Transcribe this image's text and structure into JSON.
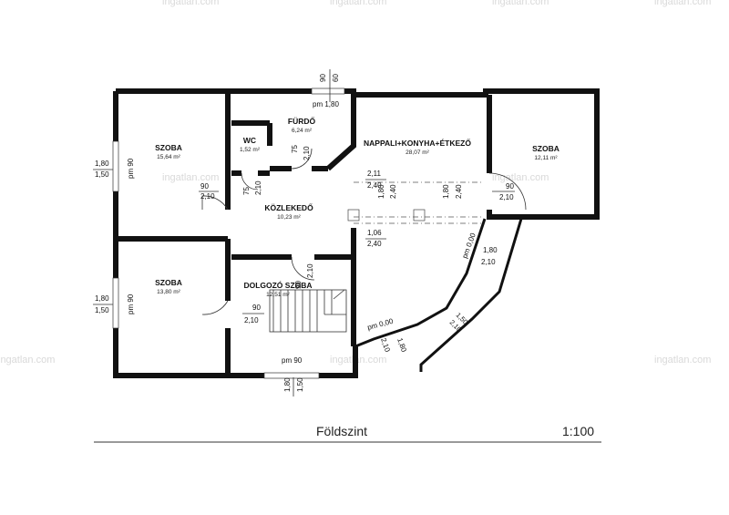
{
  "watermarks": [
    "ingatlan.com",
    "ingatlan.com",
    "ingatlan.com",
    "ingatlan.com",
    "ingatlan.com",
    "ingatlan.com",
    "ingatlan.com",
    "ingatlan.com",
    "ingatlan.com"
  ],
  "rooms": {
    "szoba_1": {
      "name": "SZOBA",
      "area": "15,64 m²"
    },
    "szoba_2": {
      "name": "SZOBA",
      "area": "13,80 m²"
    },
    "wc": {
      "name": "WC",
      "area": "1,52 m²"
    },
    "furdo": {
      "name": "FÜRDŐ",
      "area": "6,24 m²"
    },
    "kozlekedo": {
      "name": "KÖZLEKEDŐ",
      "area": "10,23 m²"
    },
    "dolgozo": {
      "name": "DOLGOZÓ SZOBA",
      "area": "12,51 m²"
    },
    "nappali": {
      "name": "NAPPALI+KONYHA+ÉTKEZŐ",
      "area": "28,07 m²"
    },
    "szoba_3": {
      "name": "SZOBA",
      "area": "12,11 m²"
    }
  },
  "dims": {
    "top_90": "90",
    "top_60": "60",
    "top_pm": "pm 1,80",
    "left1_180": "1,80",
    "left1_150": "1,50",
    "left1_pm": "pm 90",
    "left2_180": "1,80",
    "left2_150": "1,50",
    "left2_pm": "pm 90",
    "szoba1_door_90": "90",
    "szoba1_door_210": "2,10",
    "wc_door_75": "75",
    "wc_door_210": "2,10",
    "furdo_door_75": "75",
    "furdo_door_210": "2,10",
    "hall_211": "2,11",
    "hall_240a": "2,40",
    "hall_240b": "2,40",
    "hall_180a": "1,80",
    "hall_180b": "1,80",
    "hall_240c": "2,40",
    "szoba3_door_90": "90",
    "szoba3_door_210": "2,10",
    "hall_106": "1,06",
    "hall_240d": "2,40",
    "dolg_door_90": "90",
    "dolg_door_210": "2,10",
    "szoba2_door_90": "90",
    "szoba2_door_210": "2,10",
    "bay1_pm": "pm 0,00",
    "bay1_180": "1,80",
    "bay1_210": "2,10",
    "bay2_150": "1,50",
    "bay2_210": "2,10",
    "bay3_pm": "pm 0,00",
    "bay3_180": "1,80",
    "bay3_210": "2,10",
    "bottom_pm": "pm 90",
    "bottom_180": "1,80",
    "bottom_150": "1,50"
  },
  "caption": {
    "title": "Földszint",
    "scale": "1:100"
  }
}
